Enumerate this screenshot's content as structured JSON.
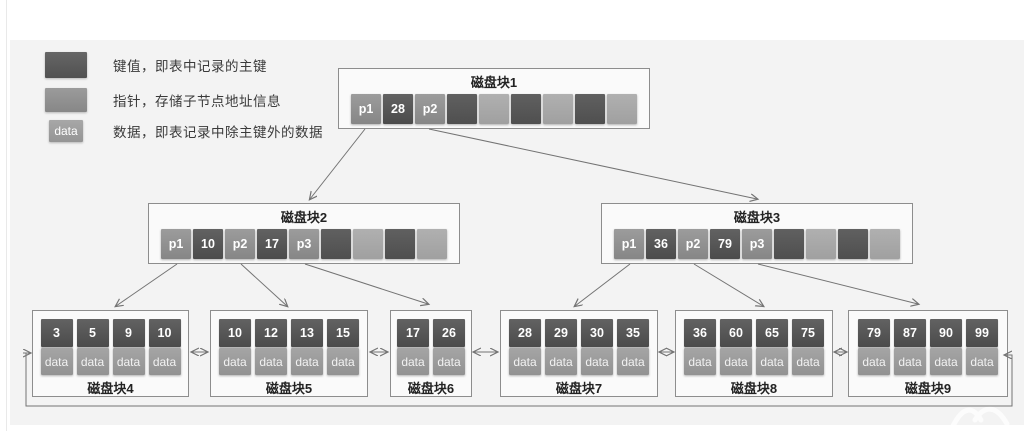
{
  "colors": {
    "key_cell": "#4f4f4f",
    "pointer_cell": "#8f8f8f",
    "data_cell": "#9d9d9d",
    "empty_light_cell": "#a8a8a8",
    "panel_background": "#f3f3f3",
    "arrow_line": "#737373"
  },
  "legend": {
    "items": [
      {
        "swatch": "key",
        "swatch_text": "",
        "label": "键值，即表中记录的主键"
      },
      {
        "swatch": "pointer",
        "swatch_text": "",
        "label": "指针，存储子节点地址信息"
      },
      {
        "swatch": "data",
        "swatch_text": "data",
        "label": "数据，即表记录中除主键外的数据"
      }
    ]
  },
  "tree": {
    "internal_nodes": [
      {
        "title": "磁盘块1",
        "cells": [
          {
            "text": "p1",
            "type": "pointer"
          },
          {
            "text": "28",
            "type": "key"
          },
          {
            "text": "p2",
            "type": "pointer"
          },
          {
            "text": "",
            "type": "empty-dark"
          },
          {
            "text": "",
            "type": "empty-light"
          },
          {
            "text": "",
            "type": "empty-dark"
          },
          {
            "text": "",
            "type": "empty-light"
          },
          {
            "text": "",
            "type": "empty-dark"
          },
          {
            "text": "",
            "type": "empty-light"
          }
        ]
      },
      {
        "title": "磁盘块2",
        "cells": [
          {
            "text": "p1",
            "type": "pointer"
          },
          {
            "text": "10",
            "type": "key"
          },
          {
            "text": "p2",
            "type": "pointer"
          },
          {
            "text": "17",
            "type": "key"
          },
          {
            "text": "p3",
            "type": "pointer"
          },
          {
            "text": "",
            "type": "empty-dark"
          },
          {
            "text": "",
            "type": "empty-light"
          },
          {
            "text": "",
            "type": "empty-dark"
          },
          {
            "text": "",
            "type": "empty-light"
          }
        ]
      },
      {
        "title": "磁盘块3",
        "cells": [
          {
            "text": "p1",
            "type": "pointer"
          },
          {
            "text": "36",
            "type": "key"
          },
          {
            "text": "p2",
            "type": "pointer"
          },
          {
            "text": "79",
            "type": "key"
          },
          {
            "text": "p3",
            "type": "pointer"
          },
          {
            "text": "",
            "type": "empty-dark"
          },
          {
            "text": "",
            "type": "empty-light"
          },
          {
            "text": "",
            "type": "empty-dark"
          },
          {
            "text": "",
            "type": "empty-light"
          }
        ]
      }
    ],
    "leaf_nodes": [
      {
        "title": "磁盘块4",
        "entries": [
          {
            "key": "3",
            "data": "data"
          },
          {
            "key": "5",
            "data": "data"
          },
          {
            "key": "9",
            "data": "data"
          },
          {
            "key": "10",
            "data": "data"
          }
        ]
      },
      {
        "title": "磁盘块5",
        "entries": [
          {
            "key": "10",
            "data": "data"
          },
          {
            "key": "12",
            "data": "data"
          },
          {
            "key": "13",
            "data": "data"
          },
          {
            "key": "15",
            "data": "data"
          }
        ]
      },
      {
        "title": "磁盘块6",
        "entries": [
          {
            "key": "17",
            "data": "data"
          },
          {
            "key": "26",
            "data": "data"
          }
        ]
      },
      {
        "title": "磁盘块7",
        "entries": [
          {
            "key": "28",
            "data": "data"
          },
          {
            "key": "29",
            "data": "data"
          },
          {
            "key": "30",
            "data": "data"
          },
          {
            "key": "35",
            "data": "data"
          }
        ]
      },
      {
        "title": "磁盘块8",
        "entries": [
          {
            "key": "36",
            "data": "data"
          },
          {
            "key": "60",
            "data": "data"
          },
          {
            "key": "65",
            "data": "data"
          },
          {
            "key": "75",
            "data": "data"
          }
        ]
      },
      {
        "title": "磁盘块9",
        "entries": [
          {
            "key": "79",
            "data": "data"
          },
          {
            "key": "87",
            "data": "data"
          },
          {
            "key": "90",
            "data": "data"
          },
          {
            "key": "99",
            "data": "data"
          }
        ]
      }
    ]
  }
}
